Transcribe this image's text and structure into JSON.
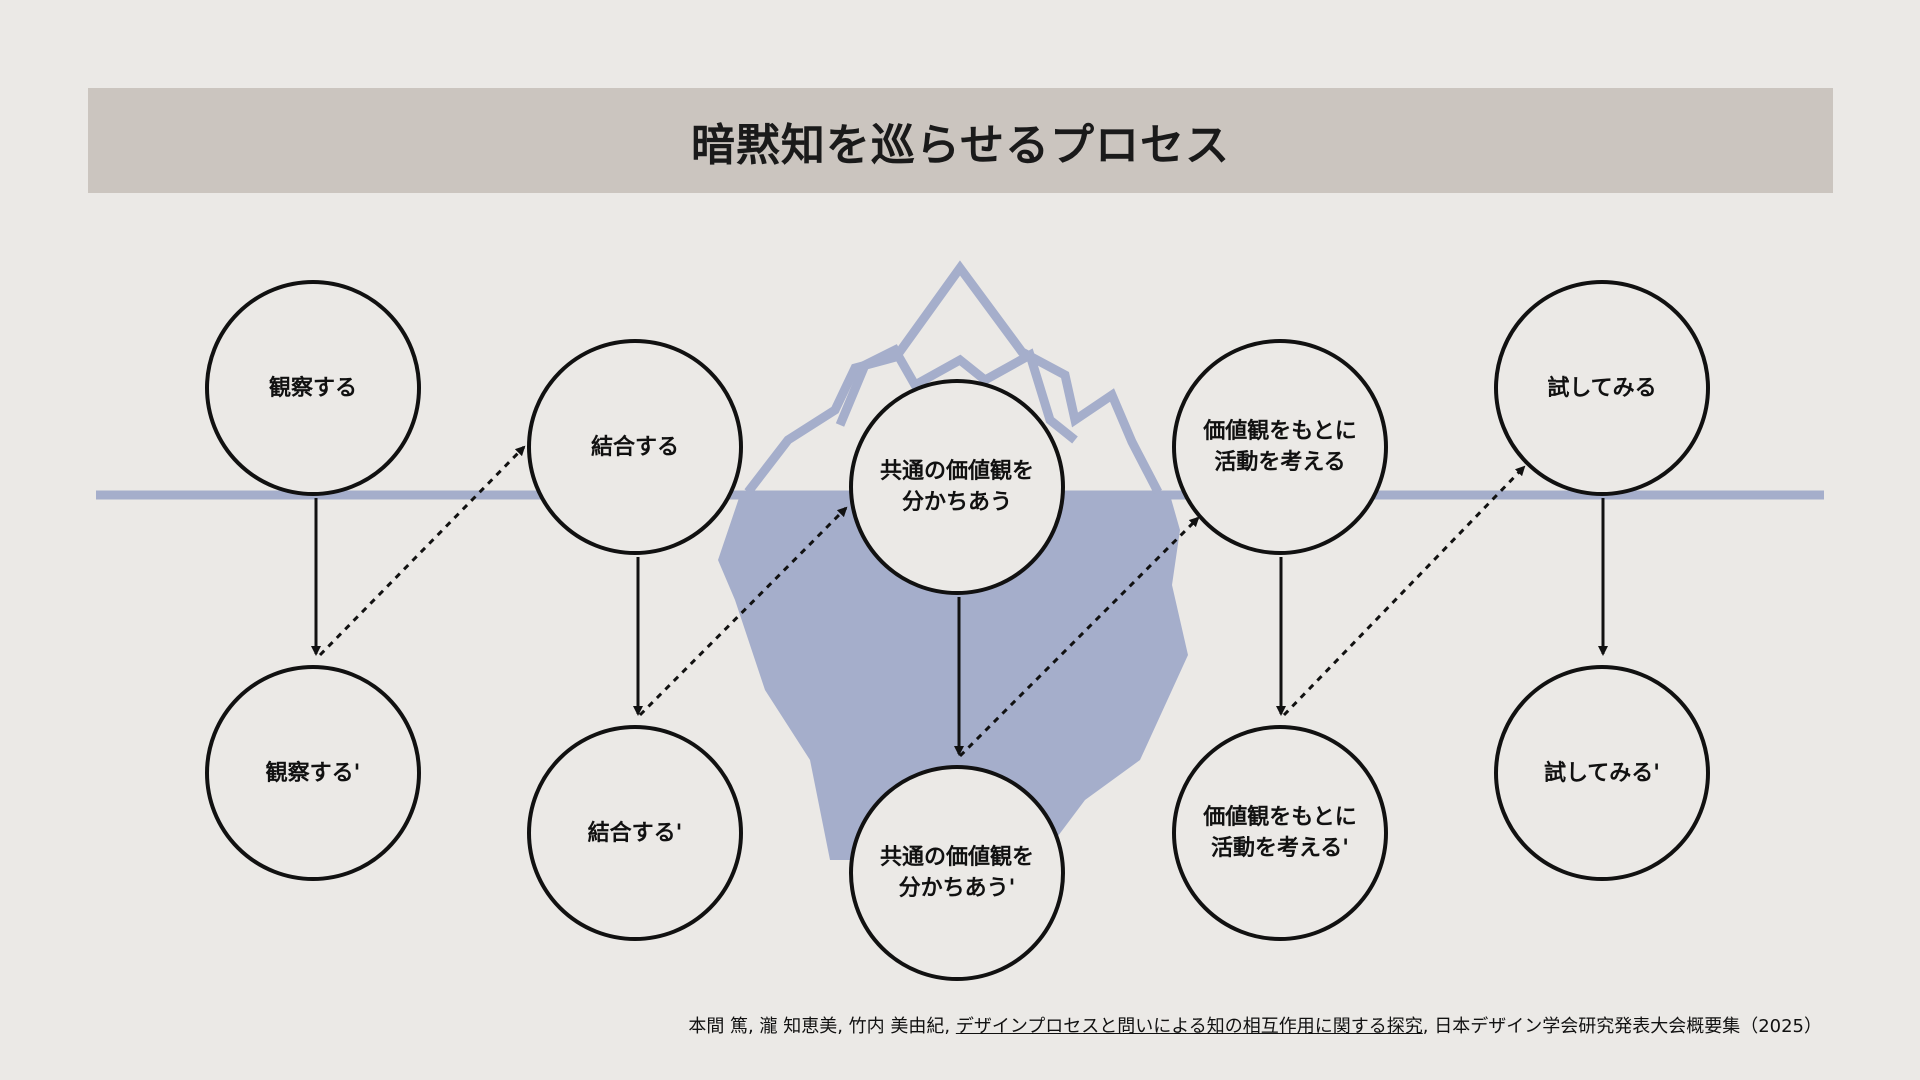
{
  "title": "暗黙知を巡らせるプロセス",
  "colors": {
    "background": "#ebe9e6",
    "title_band": "#cbc5bf",
    "iceberg": "#a5aecb",
    "waterline": "#a5aecb",
    "stroke": "#111111"
  },
  "nodes": {
    "observe": "観察する",
    "observe_prime": "観察する'",
    "combine": "結合する",
    "combine_prime": "結合する'",
    "share_values": "共通の価値観を\n分かちあう",
    "share_values_prime": "共通の価値観を\n分かちあう'",
    "act_on_values": "価値観をもとに\n活動を考える",
    "act_on_values_prime": "価値観をもとに\n活動を考える'",
    "try": "試してみる",
    "try_prime": "試してみる'"
  },
  "citation": {
    "authors": "本間 篤, 瀧 知恵美, 竹内 美由紀, ",
    "paper_title": "デザインプロセスと問いによる知の相互作用に関する探究",
    "venue": ", 日本デザイン学会研究発表大会概要集（2025）"
  }
}
